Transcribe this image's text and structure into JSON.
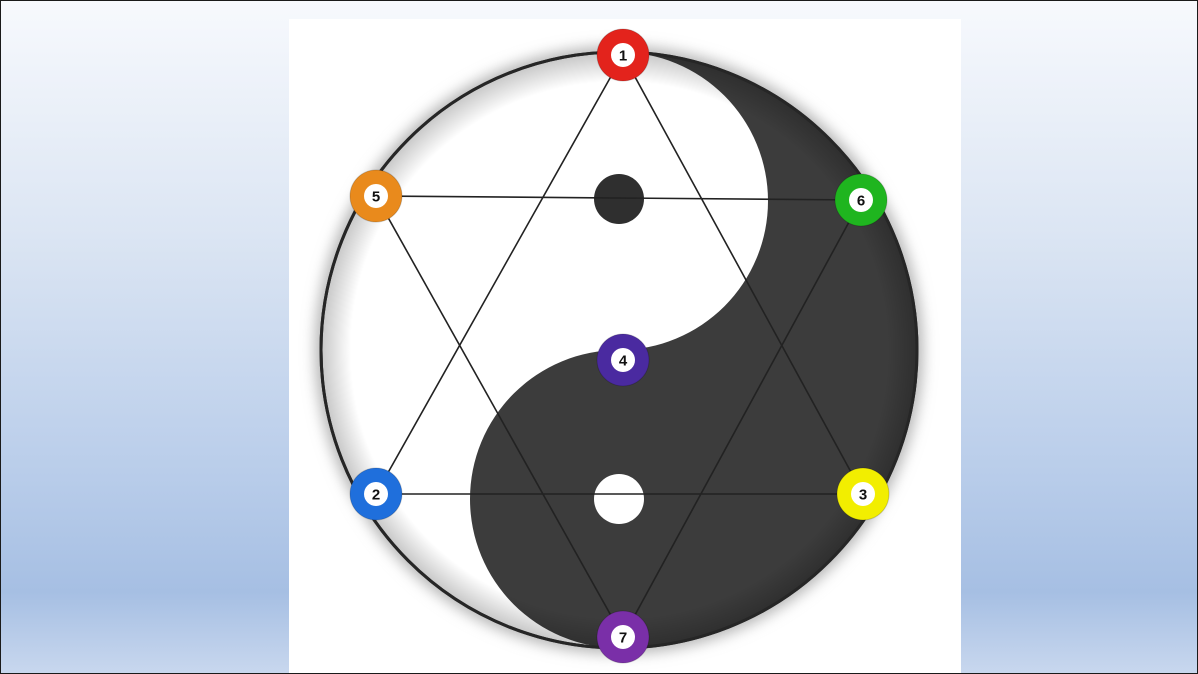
{
  "diagram": {
    "colors": {
      "background_top": "#f7f9fd",
      "background_bottom": "#a6bfe3",
      "yin": "#3c3c3c",
      "yang": "#ffffff",
      "lines": "#222222"
    },
    "nodes": [
      {
        "id": "node-1",
        "label": "1",
        "color": "#e3231c"
      },
      {
        "id": "node-2",
        "label": "2",
        "color": "#1f6fdc"
      },
      {
        "id": "node-3",
        "label": "3",
        "color": "#f2ee00"
      },
      {
        "id": "node-4",
        "label": "4",
        "color": "#4a2aa0"
      },
      {
        "id": "node-5",
        "label": "5",
        "color": "#e98a1c"
      },
      {
        "id": "node-6",
        "label": "6",
        "color": "#1fb51f"
      },
      {
        "id": "node-7",
        "label": "7",
        "color": "#7a2fa8"
      }
    ],
    "triangles": [
      {
        "name": "upward",
        "vertices": [
          "1",
          "2",
          "3"
        ]
      },
      {
        "name": "downward",
        "vertices": [
          "5",
          "6",
          "7"
        ]
      }
    ]
  }
}
